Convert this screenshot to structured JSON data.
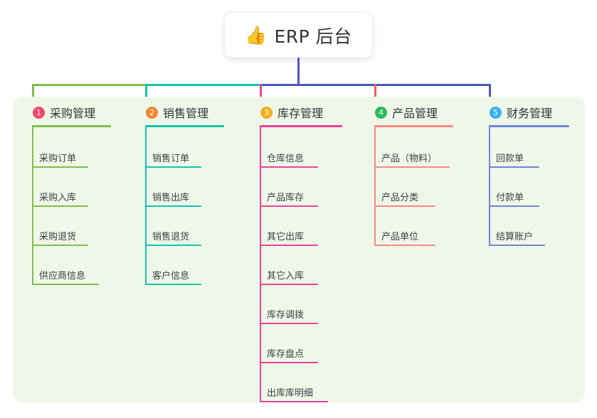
{
  "title": {
    "icon": "thumbs-up-icon",
    "emoji": "👍",
    "text": "ERP 后台"
  },
  "colors": {
    "panel_bg": "#eff7e9",
    "trunk": "#4a57c0",
    "bar_green": "#7fbe4e",
    "bar_teal": "#17c4ac",
    "bar_blue": "#4a57c0",
    "drop_green": "#7fbe4e",
    "drop_teal": "#17c4ac",
    "drop_pink": "#e8449a",
    "drop_red": "#f25f5c",
    "drop_blue": "#4a57c0"
  },
  "columns": [
    {
      "index": "1",
      "title": "采购管理",
      "badge_color": "#f0486b",
      "line_color": "#7fbe4e",
      "rule_width": 110,
      "items": [
        {
          "label": "采购订单",
          "rule_width": 78
        },
        {
          "label": "采购入库",
          "rule_width": 78
        },
        {
          "label": "采购退货",
          "rule_width": 78
        },
        {
          "label": "供应商信息",
          "rule_width": 93
        }
      ]
    },
    {
      "index": "2",
      "title": "销售管理",
      "badge_color": "#f08a30",
      "line_color": "#17c4ac",
      "rule_width": 110,
      "items": [
        {
          "label": "销售订单",
          "rule_width": 78
        },
        {
          "label": "销售出库",
          "rule_width": 78
        },
        {
          "label": "销售退货",
          "rule_width": 78
        },
        {
          "label": "客户信息",
          "rule_width": 78
        }
      ]
    },
    {
      "index": "3",
      "title": "库存管理",
      "badge_color": "#f5b021",
      "line_color": "#e8449a",
      "rule_width": 115,
      "items": [
        {
          "label": "仓库信息",
          "rule_width": 81
        },
        {
          "label": "产品库存",
          "rule_width": 81
        },
        {
          "label": "其它出库",
          "rule_width": 81
        },
        {
          "label": "其它入库",
          "rule_width": 81
        },
        {
          "label": "库存调拨",
          "rule_width": 81
        },
        {
          "label": "库存盘点",
          "rule_width": 81
        },
        {
          "label": "出库库明细",
          "rule_width": 95
        }
      ]
    },
    {
      "index": "4",
      "title": "产品管理",
      "badge_color": "#2eb85c",
      "line_color": "#f58a84",
      "rule_width": 110,
      "items": [
        {
          "label": "产品（物料）",
          "rule_width": 105
        },
        {
          "label": "产品分类",
          "rule_width": 85
        },
        {
          "label": "产品单位",
          "rule_width": 85
        }
      ]
    },
    {
      "index": "5",
      "title": "财务管理",
      "badge_color": "#3ab0e8",
      "line_color": "#6f86d6",
      "rule_width": 112,
      "items": [
        {
          "label": "回款单",
          "rule_width": 70
        },
        {
          "label": "付款单",
          "rule_width": 70
        },
        {
          "label": "结算账户",
          "rule_width": 78
        }
      ]
    }
  ]
}
